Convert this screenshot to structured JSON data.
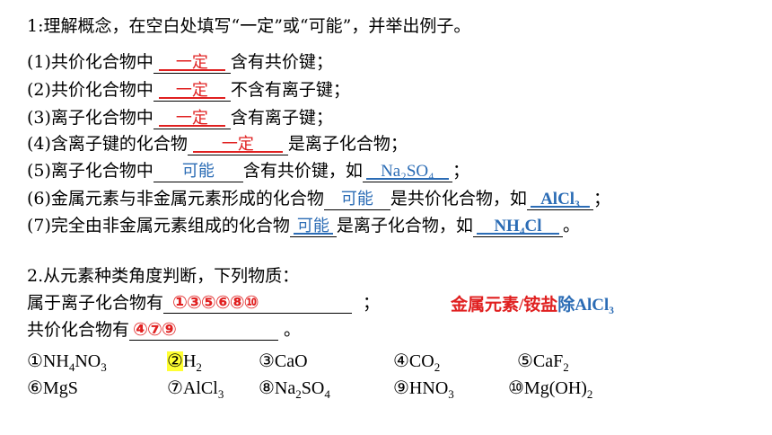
{
  "q1": {
    "title": "1:理解概念，在空白处填写“一定”或“可能”，并举出例子。",
    "items": [
      {
        "pre": "(1)共价化合物中",
        "ans": "一定",
        "post": "含有共价键；"
      },
      {
        "pre": "(2)共价化合物中",
        "ans": "一定",
        "post": "不含有离子键；"
      },
      {
        "pre": "(3)离子化合物中",
        "ans": "一定",
        "post": "含有离子键；"
      },
      {
        "pre": "(4)含离子键的化合物",
        "ans": "一定",
        "post": "是离子化合物；"
      },
      {
        "pre": "(5)离子化合物中",
        "ans": "可能",
        "mid": "含有共价键，如",
        "ex": "Na₂SO₄",
        "post": "；"
      },
      {
        "pre": "(6)金属元素与非金属元素形成的化合物",
        "ans": "可能",
        "mid": "是共价化合物，如",
        "ex": "AlCl₃",
        "post": "；"
      },
      {
        "pre": "(7)完全由非金属元素组成的化合物",
        "ans": "可能",
        "mid": "是离子化合物，如",
        "ex": "NH₄Cl",
        "post": "。"
      }
    ]
  },
  "q2": {
    "title": "2.从元素种类角度判断，下列物质：",
    "ionic_label": "属于离子化合物有",
    "ionic_answer": "①③⑤⑥⑧⑩",
    "ionic_end": "；",
    "covalent_label": "共价化合物有",
    "covalent_answer": "④⑦⑨",
    "covalent_end": "。",
    "hint_red": "金属元素/铵盐",
    "hint_blue": "除AlCl₃",
    "options": [
      "①NH₄NO₃",
      "②H₂",
      "③CaO",
      "④CO₂",
      "⑤CaF₂",
      "⑥MgS",
      "⑦AlCl₃",
      "⑧Na₂SO₄",
      "⑨HNO₃",
      "⑩Mg(OH)₂"
    ]
  },
  "colors": {
    "answer_red": "#e02020",
    "answer_blue": "#2b6cb5",
    "highlight": "#ffff33"
  }
}
